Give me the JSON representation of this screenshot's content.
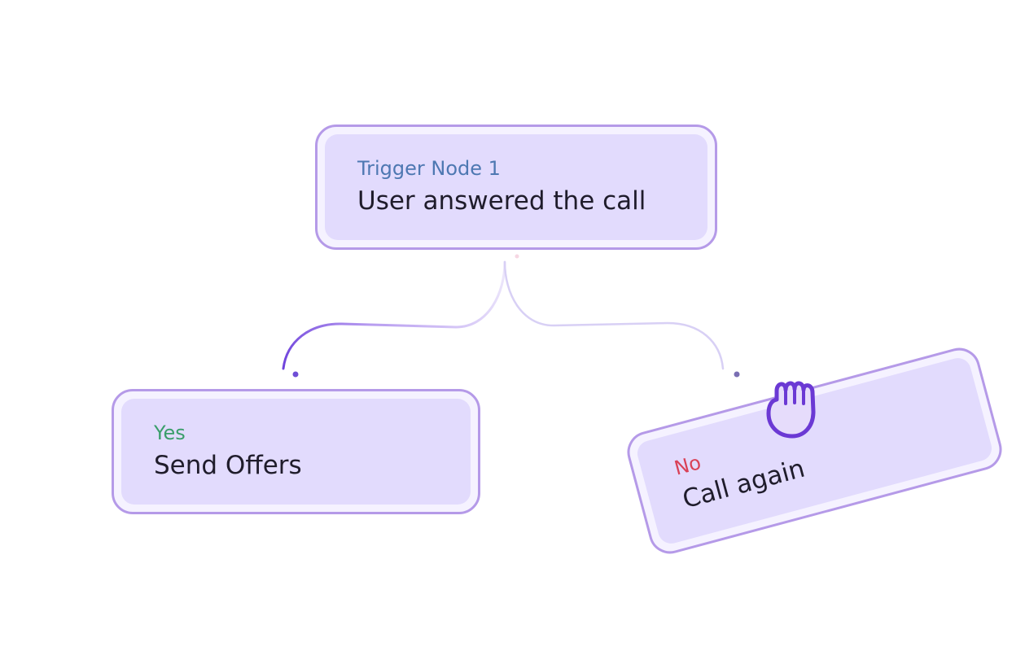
{
  "nodes": {
    "trigger": {
      "label": "Trigger Node 1",
      "text": "User answered the call"
    },
    "yes": {
      "label": "Yes",
      "text": "Send Offers"
    },
    "no": {
      "label": "No",
      "text": "Call again"
    }
  },
  "colors": {
    "node_border": "#b59ae8",
    "node_fill": "#e2dbfd",
    "trigger_label": "#4e78b2",
    "yes_label": "#3a9e6a",
    "no_label": "#d94157",
    "active_connector": "#7b4fe0",
    "inactive_connector": "#d8d0f5"
  },
  "icons": {
    "cursor": "grab-hand-icon"
  }
}
